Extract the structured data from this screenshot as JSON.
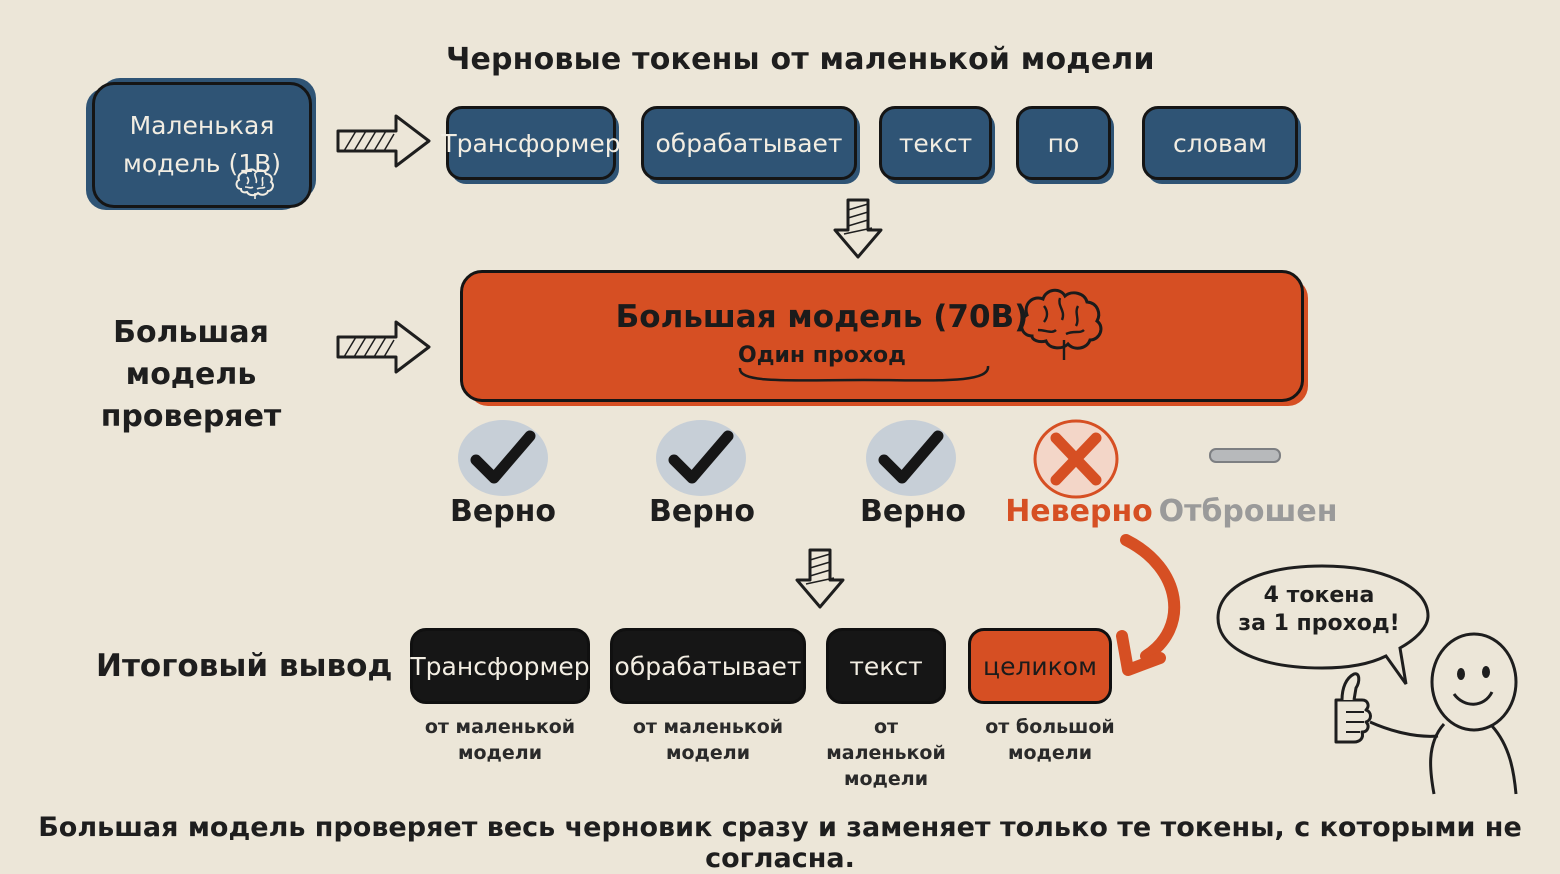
{
  "header": {
    "title": "Черновые токены от маленькой модели"
  },
  "small_model": {
    "line1": "Маленькая",
    "line2": "модель (1B)",
    "icon": "brain-icon"
  },
  "draft_tokens": [
    "Трансформер",
    "обрабатывает",
    "текст",
    "по",
    "словам"
  ],
  "verify_label": {
    "line1": "Большая модель",
    "line2": "проверяет"
  },
  "big_model": {
    "title": "Большая модель (70B)",
    "subtitle": "Один проход",
    "icon": "brain-icon"
  },
  "verdicts": [
    {
      "label": "Верно",
      "icon": "checkmark-icon",
      "color": "#1e1e1e"
    },
    {
      "label": "Верно",
      "icon": "checkmark-icon",
      "color": "#1e1e1e"
    },
    {
      "label": "Верно",
      "icon": "checkmark-icon",
      "color": "#1e1e1e"
    },
    {
      "label": "Неверно",
      "icon": "cross-icon",
      "color": "#d64f23"
    },
    {
      "label": "Отброшен",
      "icon": "minus-icon",
      "color": "#9a9a9a"
    }
  ],
  "final": {
    "label": "Итоговый вывод",
    "tokens": [
      {
        "text": "Трансформер",
        "source_line1": "от маленькой",
        "source_line2": "модели"
      },
      {
        "text": "обрабатывает",
        "source_line1": "от маленькой",
        "source_line2": "модели"
      },
      {
        "text": "текст",
        "source_line1": "от маленькой",
        "source_line2": "модели"
      },
      {
        "text": "целиком",
        "source_line1": "от большой",
        "source_line2": "модели"
      }
    ]
  },
  "speech_bubble": {
    "line1": "4 токена",
    "line2": "за 1 проход!"
  },
  "caption": "Большая модель проверяет весь черновик сразу и заменяет только те токены, с которыми не согласна.",
  "colors": {
    "background": "#ece6d8",
    "draft_blue": "#2f5475",
    "accent_orange": "#d64f23",
    "final_black": "#161616"
  }
}
